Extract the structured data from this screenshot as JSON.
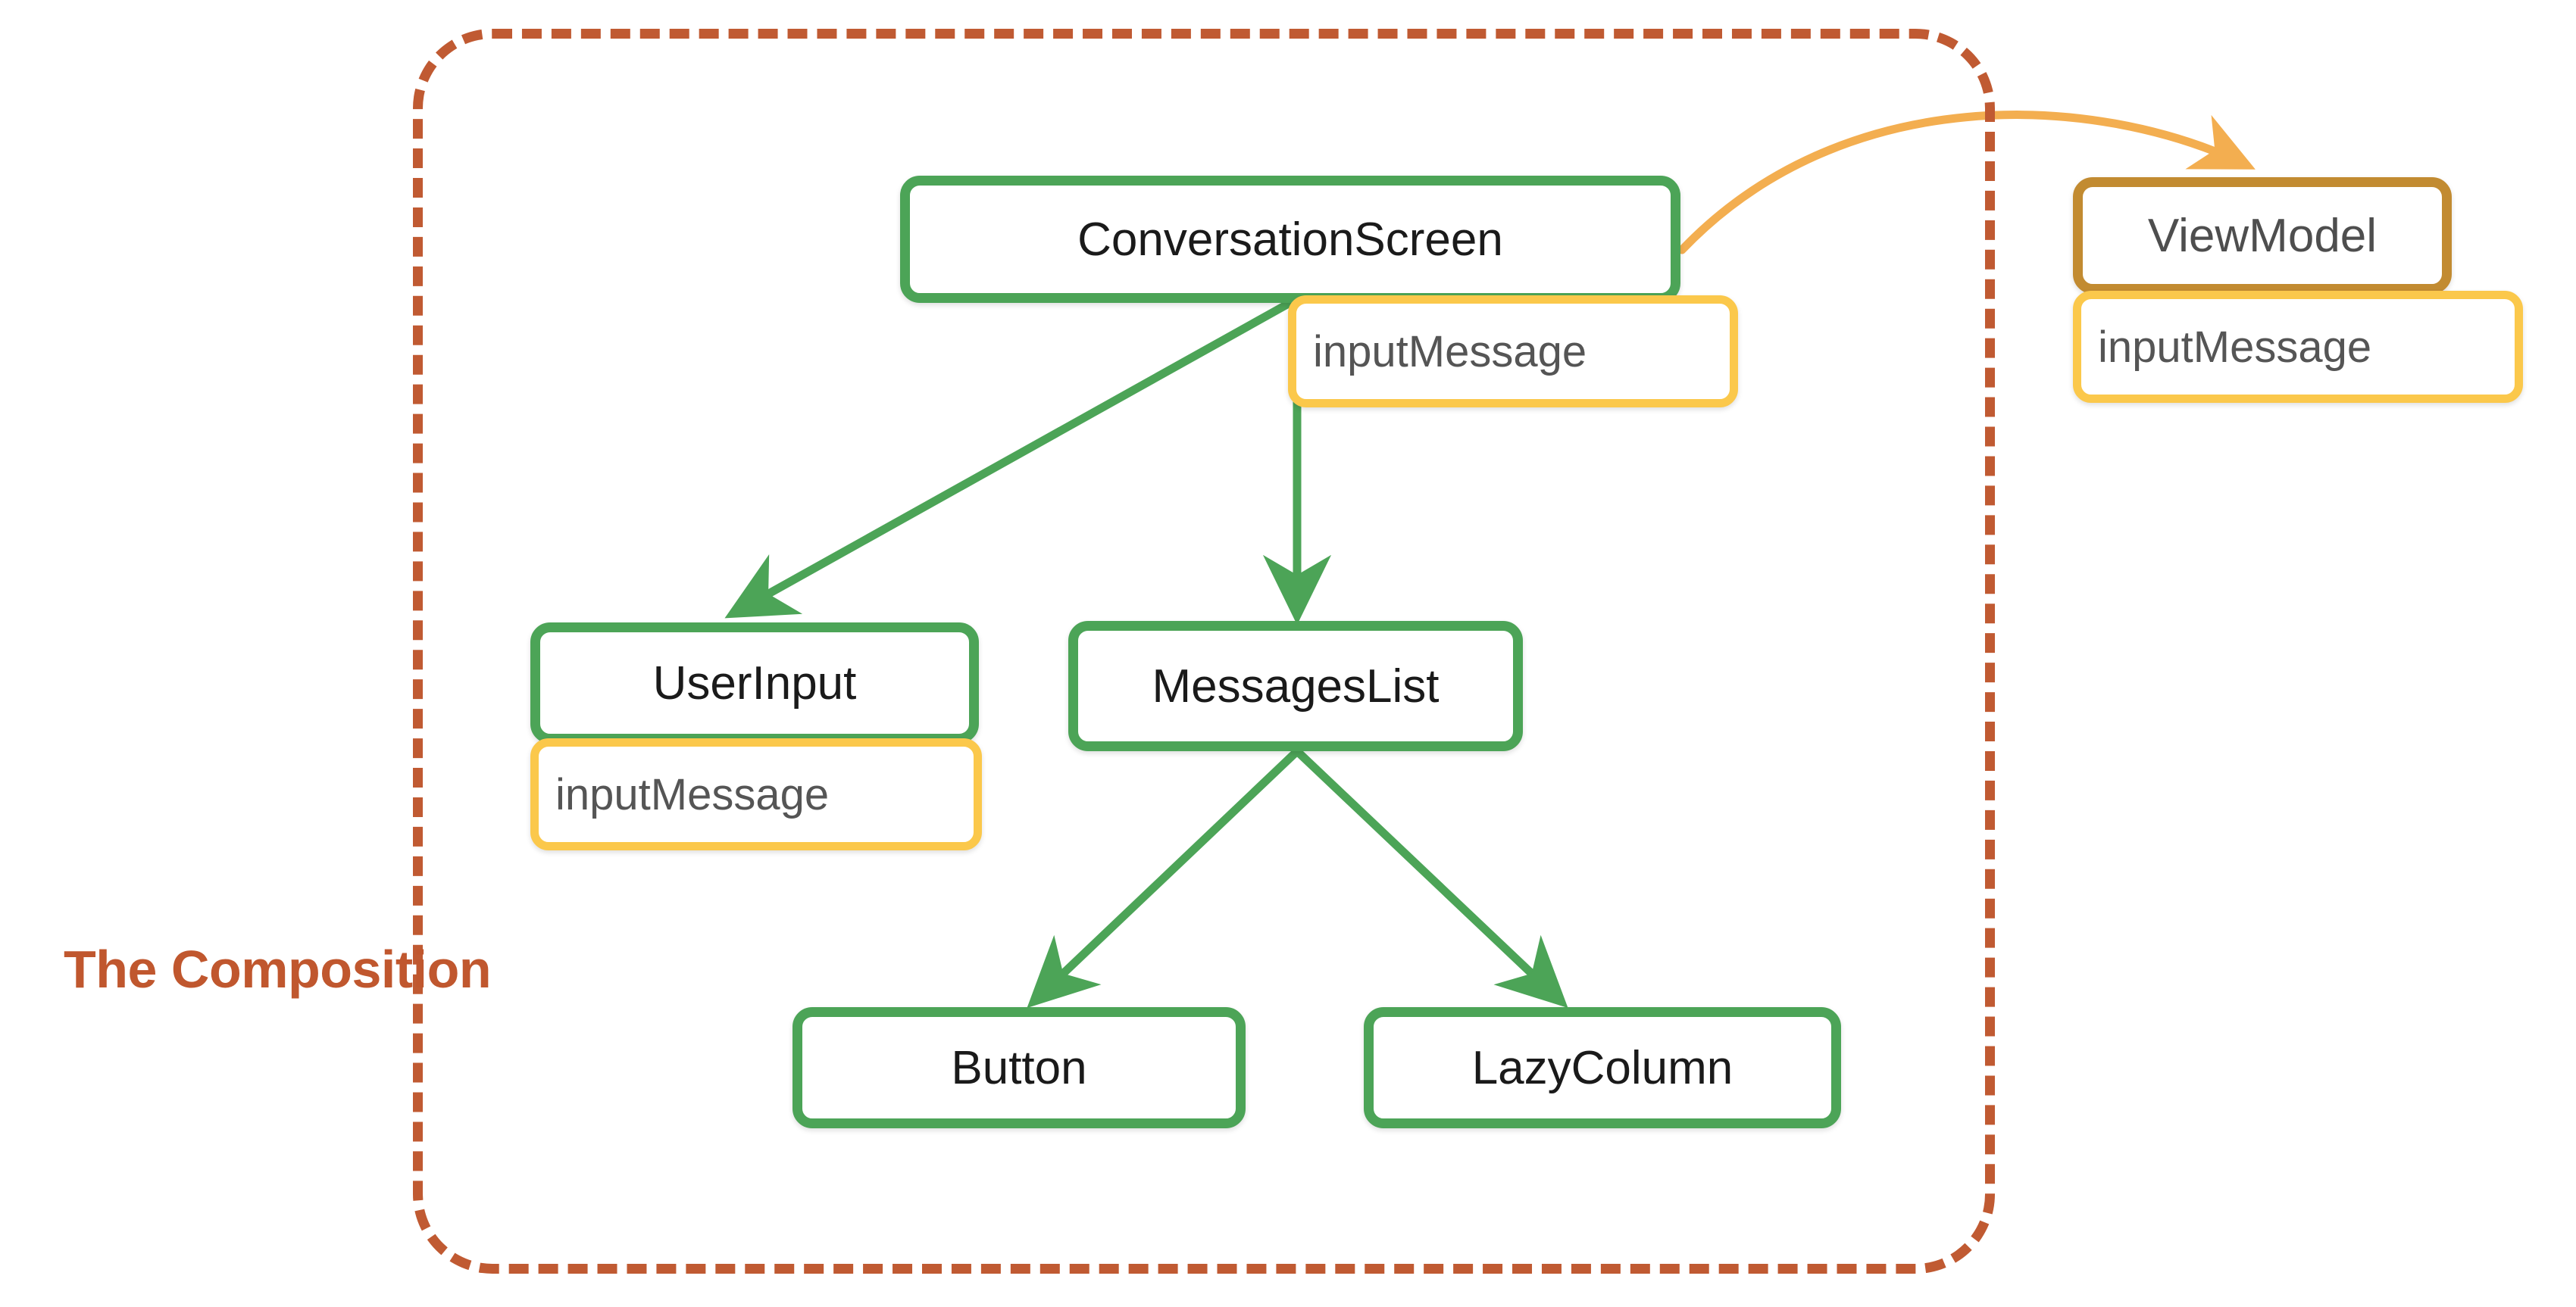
{
  "diagram": {
    "title": "Jetpack Compose state hoisting diagram",
    "background_color": "#ffffff",
    "boundary": {
      "label": "The Composition",
      "style": "dashed",
      "color": "#C0572E"
    },
    "colors": {
      "composable_border": "#4CA457",
      "viewmodel_border": "#C28B31",
      "state_border": "#FBC84B",
      "boundary": "#C05A32",
      "composable_text": "#1a1a1a",
      "state_text": "#555555",
      "viewmodel_text": "#4e4e4e",
      "green_arrow": "#4CA457",
      "orange_arrow": "#F3AE50"
    },
    "nodes": [
      {
        "id": "conversation-screen",
        "label": "ConversationScreen",
        "kind": "composable",
        "inside_composition": true
      },
      {
        "id": "conversation-screen-state",
        "label": "inputMessage",
        "kind": "state",
        "inside_composition": true
      },
      {
        "id": "user-input",
        "label": "UserInput",
        "kind": "composable",
        "inside_composition": true
      },
      {
        "id": "user-input-state",
        "label": "inputMessage",
        "kind": "state",
        "inside_composition": true
      },
      {
        "id": "messages-list",
        "label": "MessagesList",
        "kind": "composable",
        "inside_composition": true
      },
      {
        "id": "button",
        "label": "Button",
        "kind": "composable",
        "inside_composition": true
      },
      {
        "id": "lazy-column",
        "label": "LazyColumn",
        "kind": "composable",
        "inside_composition": true
      },
      {
        "id": "view-model",
        "label": "ViewModel",
        "kind": "viewmodel",
        "inside_composition": false
      },
      {
        "id": "view-model-state",
        "label": "inputMessage",
        "kind": "state",
        "inside_composition": false
      }
    ],
    "edges": [
      {
        "from": "conversation-screen",
        "to": "user-input",
        "color": "green",
        "style": "straight"
      },
      {
        "from": "conversation-screen",
        "to": "messages-list",
        "color": "green",
        "style": "straight"
      },
      {
        "from": "messages-list",
        "to": "button",
        "color": "green",
        "style": "straight"
      },
      {
        "from": "messages-list",
        "to": "lazy-column",
        "color": "green",
        "style": "straight"
      },
      {
        "from": "conversation-screen",
        "to": "view-model",
        "color": "orange",
        "style": "curved"
      }
    ]
  }
}
